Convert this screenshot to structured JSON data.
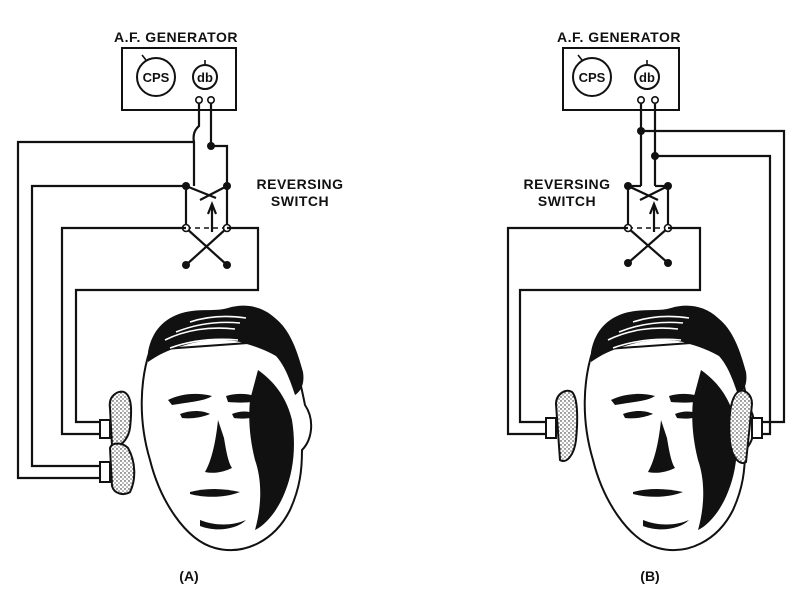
{
  "panel_a": {
    "generator_label": "A.F. GENERATOR",
    "knob_left": "CPS",
    "knob_right": "db",
    "switch_label_line1": "REVERSING",
    "switch_label_line2": "SWITCH",
    "panel_label": "(A)"
  },
  "panel_b": {
    "generator_label": "A.F. GENERATOR",
    "knob_left": "CPS",
    "knob_right": "db",
    "switch_label_line1": "REVERSING",
    "switch_label_line2": "SWITCH",
    "panel_label": "(B)"
  }
}
